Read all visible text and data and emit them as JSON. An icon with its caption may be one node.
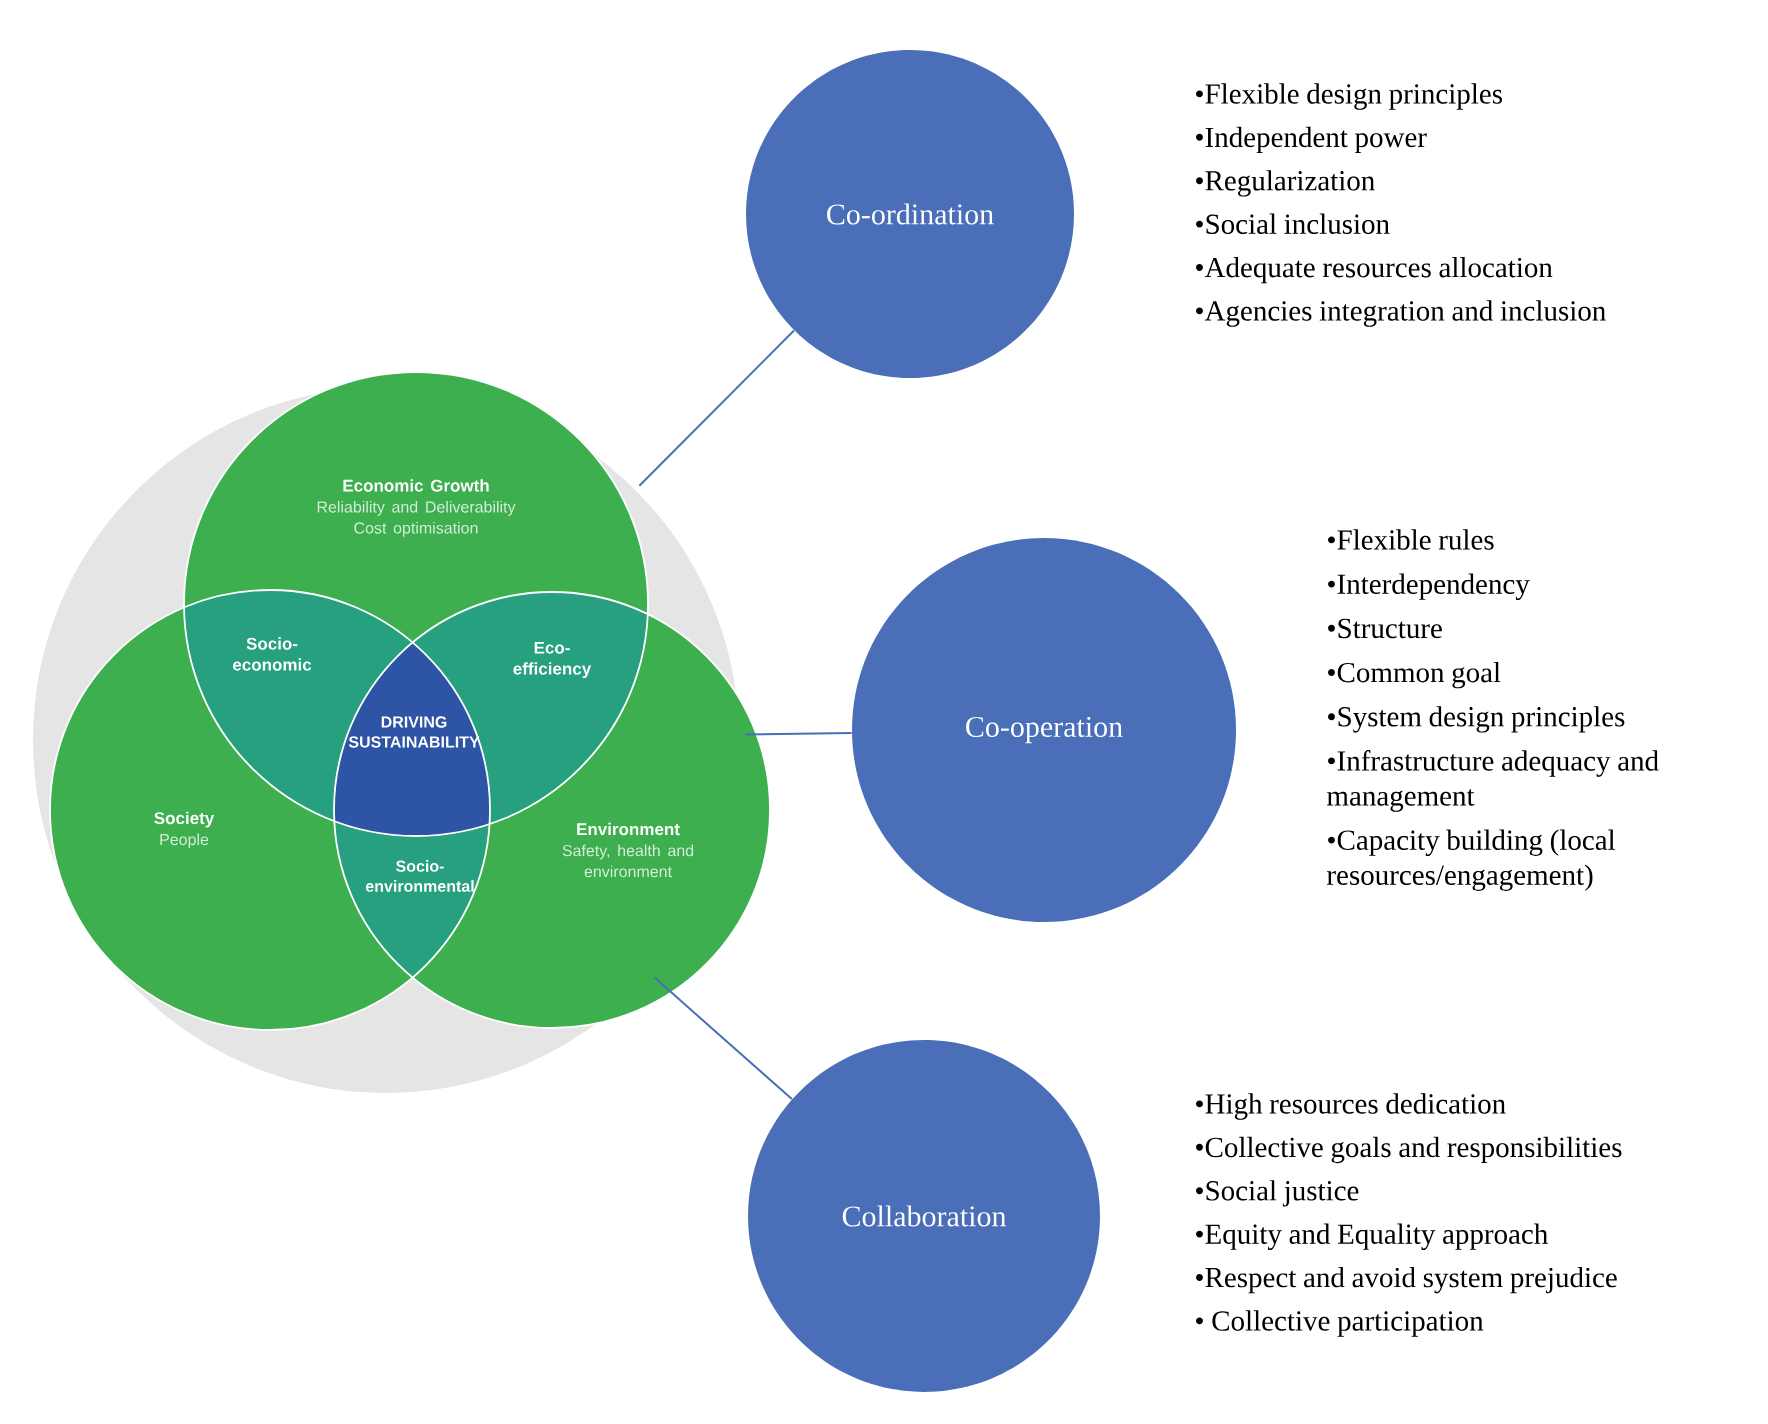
{
  "diagram": {
    "nodes": [
      {
        "text": [],
        "shape": "circle"
      },
      {
        "text": [
          "Economic Growth",
          "Reliability and Deliverability Cost optimisation"
        ],
        "in": 0
      },
      {
        "text": [
          "Society",
          "People"
        ],
        "in": 0
      },
      {
        "text": [
          "Environment",
          "Safety, health and environment"
        ],
        "in": 0
      },
      {
        "text": [
          "Socio-economic"
        ],
        "in": 0
      },
      {
        "text": [
          "Eco-efficiency"
        ],
        "in": 0
      },
      {
        "text": [
          "DRIVING SUSTAINABILITY"
        ],
        "in": 0
      },
      {
        "text": [
          "Socio-environmental"
        ],
        "in": 0
      },
      {
        "text": [
          "Co-ordination"
        ],
        "beside": [
          "•Flexible design principles",
          "•Independent power",
          "•Regularization",
          "•Social inclusion",
          "•Adequate resources allocation",
          "•Agencies integration and inclusion"
        ]
      },
      {
        "text": [
          "Co-operation"
        ],
        "beside": [
          "•Flexible rules",
          "•Interdependency",
          "•Structure",
          "•Common goal",
          "•System design principles",
          "•Infrastructure adequacy and management",
          "•Capacity building (local resources/engagement)"
        ]
      },
      {
        "text": [
          "Collaboration"
        ],
        "beside": [
          "•High resources dedication",
          "•Collective goals and responsibilities",
          "•Social justice",
          "•Equity and Equality approach",
          "•Respect and avoid system prejudice",
          "• Collective participation"
        ]
      }
    ],
    "edges": [
      {
        "from": 0,
        "to": 8,
        "arrow": "none"
      },
      {
        "from": 0,
        "to": 9,
        "arrow": "none"
      },
      {
        "from": 0,
        "to": 10,
        "arrow": "none"
      }
    ]
  }
}
